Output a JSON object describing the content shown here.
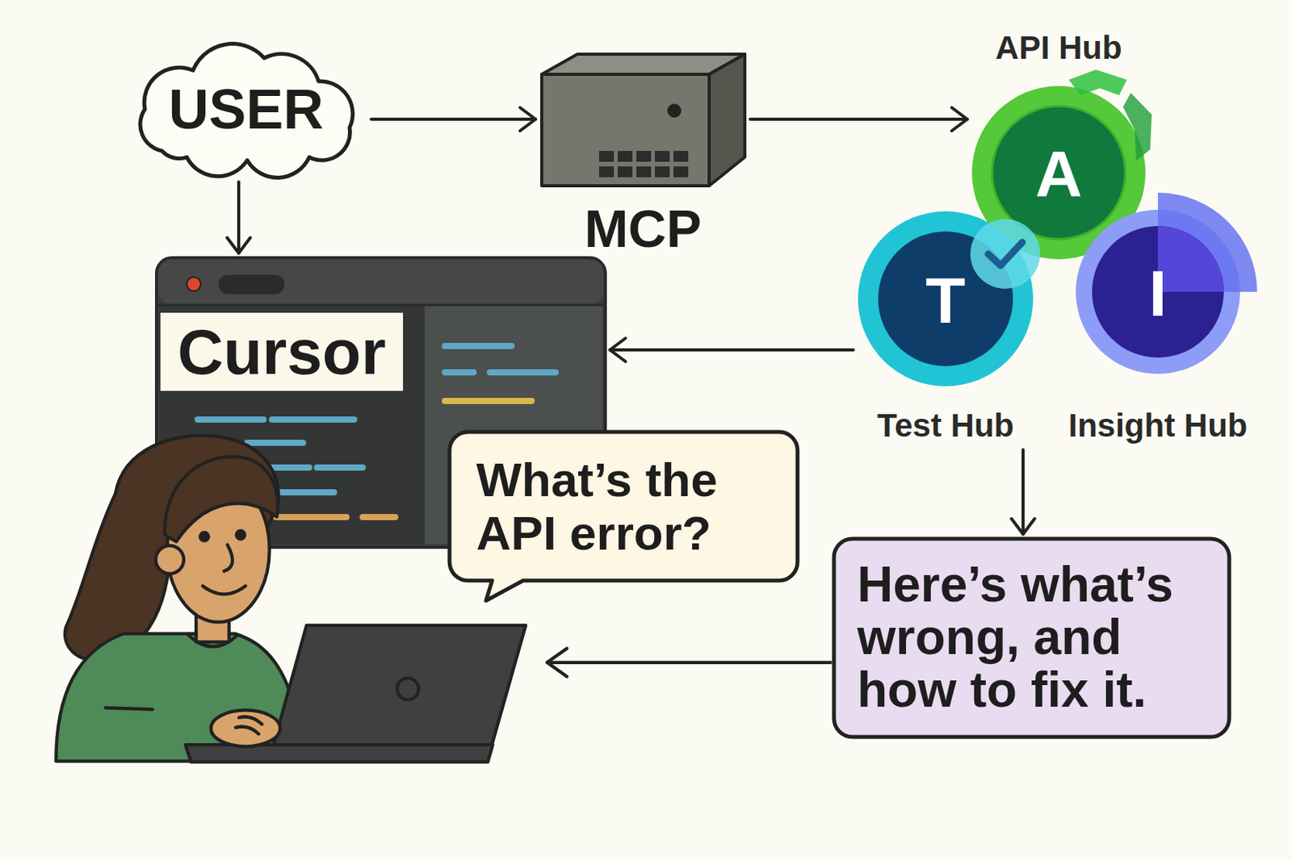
{
  "diagram": {
    "nodes": [
      {
        "text": [
          "USER"
        ]
      },
      {
        "text": [
          "MCP"
        ]
      },
      {
        "text": [
          "API Hub",
          "A"
        ]
      },
      {
        "text": [
          "Cursor"
        ]
      },
      {
        "text": [
          "T",
          "Test Hub"
        ]
      },
      {
        "text": [
          "I",
          "Insight Hub"
        ]
      },
      {
        "text": [
          "What’s the API error?"
        ]
      },
      {
        "text": [
          "Here’s what’s wrong, and how to fix it."
        ]
      }
    ],
    "edges": [
      {
        "from": 0,
        "to": 1,
        "arrow": "to"
      },
      {
        "from": 0,
        "to": 3,
        "arrow": "to"
      },
      {
        "from": 1,
        "to": 2,
        "arrow": "to"
      },
      {
        "from": 4,
        "to": 3,
        "arrow": "to"
      },
      {
        "from": 4,
        "to": 7,
        "arrow": "to"
      }
    ]
  }
}
